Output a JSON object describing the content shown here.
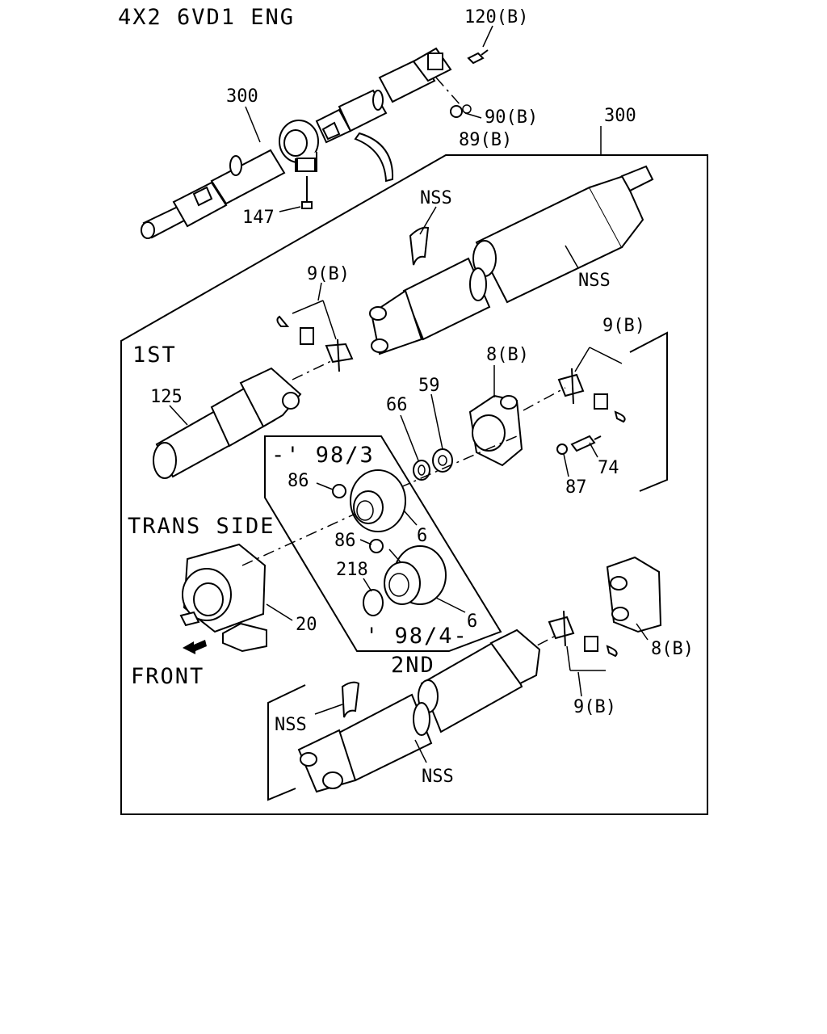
{
  "diagram": {
    "title": "4X2 6VD1 ENG",
    "labels": {
      "p120": "120(B)",
      "p300_top": "300",
      "p90": "90(B)",
      "p89": "89(B)",
      "p300_box": "300",
      "p147": "147",
      "nss1": "NSS",
      "nss2": "NSS",
      "p9_a": "9(B)",
      "first": "1ST",
      "p125": "125",
      "p9_b": "9(B)",
      "p8_a": "8(B)",
      "p59": "59",
      "p66": "66",
      "model_range_a": "-' 98/3",
      "p86_a": "86",
      "p74": "74",
      "p87": "87",
      "trans_side": "TRANS SIDE",
      "p6_a": "6",
      "p86_b": "86",
      "p218": "218",
      "p6_b": "6",
      "model_range_b": "' 98/4-",
      "p20": "20",
      "p8_b": "8(B)",
      "front": "FRONT",
      "second": "2ND",
      "nss3": "NSS",
      "p9_c": "9(B)",
      "nss4": "NSS"
    }
  }
}
